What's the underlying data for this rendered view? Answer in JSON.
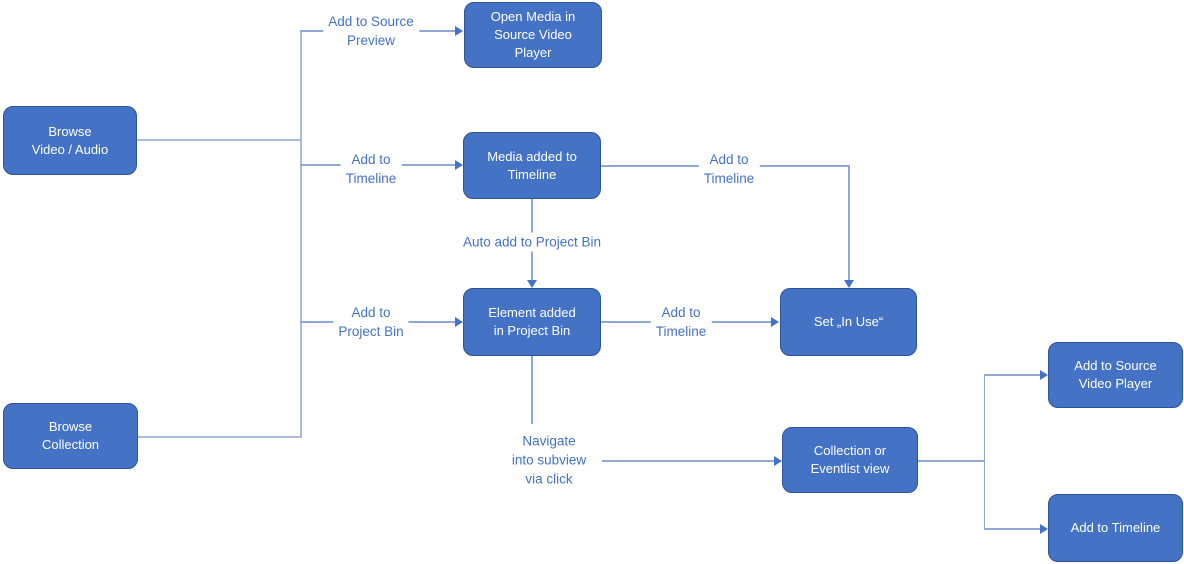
{
  "diagram": {
    "type": "flowchart",
    "colors": {
      "node_fill": "#4472c4",
      "node_border": "#2e5396",
      "node_text": "#ffffff",
      "connector": "#8ea8d8",
      "trunk_connector": "#aabdde",
      "arrowhead": "#4472c4",
      "edge_label_text": "#4472c4",
      "background": "#ffffff"
    },
    "nodes": [
      {
        "id": "browse-video-audio",
        "label": "Browse\nVideo / Audio"
      },
      {
        "id": "browse-collection",
        "label": "Browse\nCollection"
      },
      {
        "id": "open-media",
        "label": "Open Media in\nSource Video\nPlayer"
      },
      {
        "id": "media-added-timeline",
        "label": "Media added to\nTimeline"
      },
      {
        "id": "element-added-bin",
        "label": "Element added\nin Project Bin"
      },
      {
        "id": "set-in-use",
        "label": "Set „In Use“"
      },
      {
        "id": "collection-eventlist",
        "label": "Collection or\nEventlist view"
      },
      {
        "id": "add-source-player",
        "label": "Add to Source\nVideo Player"
      },
      {
        "id": "add-timeline-node",
        "label": "Add to Timeline"
      }
    ],
    "edge_labels": [
      {
        "id": "lbl-add-source-preview",
        "text": "Add to Source\nPreview"
      },
      {
        "id": "lbl-add-timeline-1",
        "text": "Add to\nTimeline"
      },
      {
        "id": "lbl-add-timeline-2",
        "text": "Add to\nTimeline"
      },
      {
        "id": "lbl-auto-add-bin",
        "text": "Auto add to Project Bin"
      },
      {
        "id": "lbl-add-project-bin",
        "text": "Add to\nProject Bin"
      },
      {
        "id": "lbl-add-timeline-3",
        "text": "Add to\nTimeline"
      },
      {
        "id": "lbl-navigate-subview",
        "text": "Navigate\ninto subview\nvia click"
      }
    ],
    "edges": [
      {
        "from": "browse-video-audio",
        "to": "open-media",
        "label": "Add to Source Preview"
      },
      {
        "from": "browse-video-audio",
        "to": "media-added-timeline",
        "label": "Add to Timeline"
      },
      {
        "from": "browse-video-audio",
        "to": "element-added-bin",
        "label": "Add to Project Bin"
      },
      {
        "from": "browse-collection",
        "to": "element-added-bin",
        "label": "Add to Project Bin"
      },
      {
        "from": "media-added-timeline",
        "to": "set-in-use",
        "label": "Add to Timeline"
      },
      {
        "from": "media-added-timeline",
        "to": "element-added-bin",
        "label": "Auto add to Project Bin"
      },
      {
        "from": "element-added-bin",
        "to": "set-in-use",
        "label": "Add to Timeline"
      },
      {
        "from": "element-added-bin",
        "to": "collection-eventlist",
        "label": "Navigate into subview via click"
      },
      {
        "from": "collection-eventlist",
        "to": "add-source-player",
        "label": ""
      },
      {
        "from": "collection-eventlist",
        "to": "add-timeline-node",
        "label": ""
      }
    ]
  }
}
